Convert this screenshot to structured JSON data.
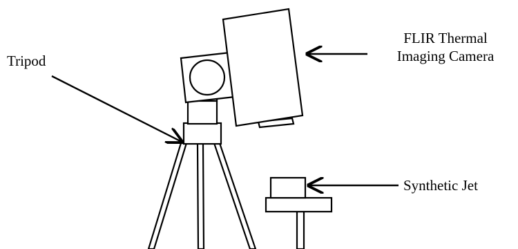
{
  "labels": {
    "tripod": "Tripod",
    "camera_line1": "FLIR Thermal",
    "camera_line2": "Imaging Camera",
    "synthetic_jet": "Synthetic Jet"
  },
  "colors": {
    "stroke": "#000000",
    "background": "#ffffff"
  }
}
